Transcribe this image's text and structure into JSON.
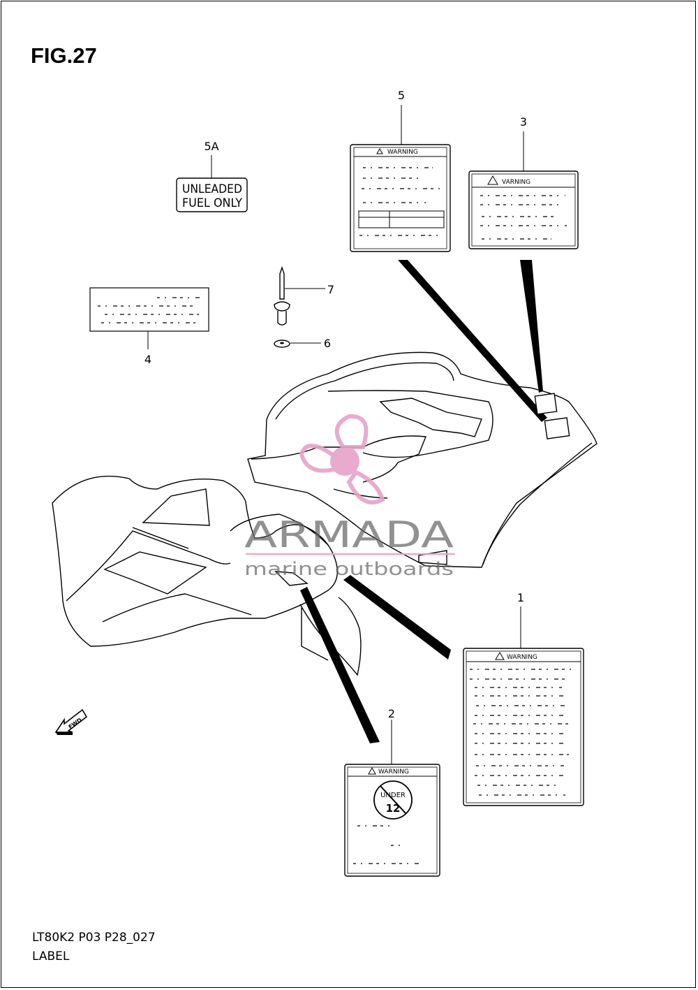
{
  "figure": {
    "title": "FIG.27",
    "model_code": "LT80K2 P03 P28_027",
    "section_name": "LABEL"
  },
  "callouts": [
    {
      "id": "1",
      "label": "1"
    },
    {
      "id": "2",
      "label": "2"
    },
    {
      "id": "3",
      "label": "3"
    },
    {
      "id": "4",
      "label": "4"
    },
    {
      "id": "5",
      "label": "5"
    },
    {
      "id": "5A",
      "label": "5A"
    },
    {
      "id": "6",
      "label": "6"
    },
    {
      "id": "7",
      "label": "7"
    }
  ],
  "labels": {
    "fuel_label": {
      "line1": "UNLEADED",
      "line2": "FUEL ONLY"
    },
    "label_1_header": "WARNING",
    "label_2_header": "WARNING",
    "label_2_badge": {
      "line1": "UNDER",
      "line2": "12"
    },
    "label_3_header": "VARNING",
    "label_5_header": "WARNING"
  },
  "direction_arrow": "FWD",
  "watermark": {
    "brand": "ARMADA",
    "tagline": "marine outboards",
    "color": "#e6a3c8",
    "icon": "propeller-icon"
  }
}
